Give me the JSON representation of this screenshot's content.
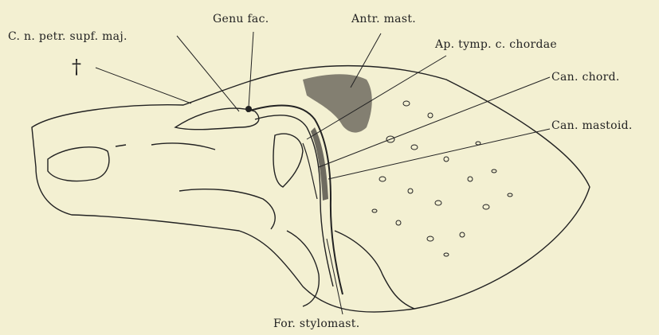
{
  "figure": {
    "labels": {
      "genu_fac": "Genu fac.",
      "antr_mast": "Antr. mast.",
      "c_n_petr": "C. n. petr. supf. maj.",
      "ap_tymp": "Ap. tymp. c. chordae",
      "can_chord": "Can. chord.",
      "can_mastoid": "Can. mastoid.",
      "for_stylomast": "For. stylomast.",
      "dagger": "†"
    },
    "colors": {
      "background": "#f3f0d2",
      "ink": "#222222",
      "shade": "#6e6b60"
    }
  }
}
